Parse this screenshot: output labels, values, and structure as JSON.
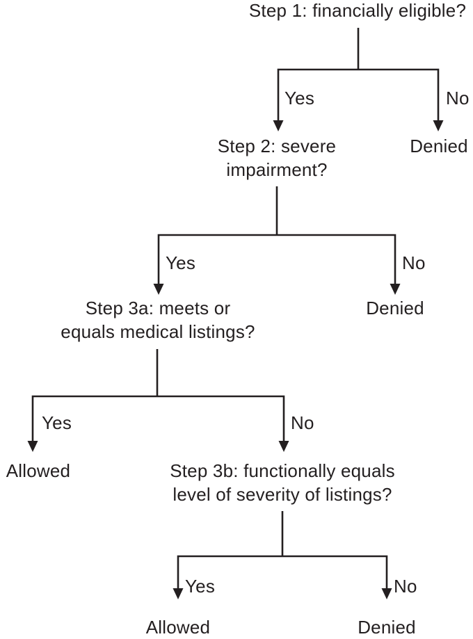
{
  "flowchart": {
    "step1": {
      "question": "Step 1: financially eligible?",
      "yes_label": "Yes",
      "no_label": "No",
      "no_outcome": "Denied"
    },
    "step2": {
      "question": "Step 2: severe\nimpairment?",
      "yes_label": "Yes",
      "no_label": "No",
      "no_outcome": "Denied"
    },
    "step3a": {
      "question": "Step 3a: meets or\nequals medical listings?",
      "yes_label": "Yes",
      "no_label": "No",
      "yes_outcome": "Allowed"
    },
    "step3b": {
      "question": "Step 3b: functionally equals\nlevel of severity of listings?",
      "yes_label": "Yes",
      "no_label": "No",
      "yes_outcome": "Allowed",
      "no_outcome": "Denied"
    },
    "colors": {
      "line": "#231f20",
      "text": "#231f20",
      "background": "#ffffff"
    }
  }
}
